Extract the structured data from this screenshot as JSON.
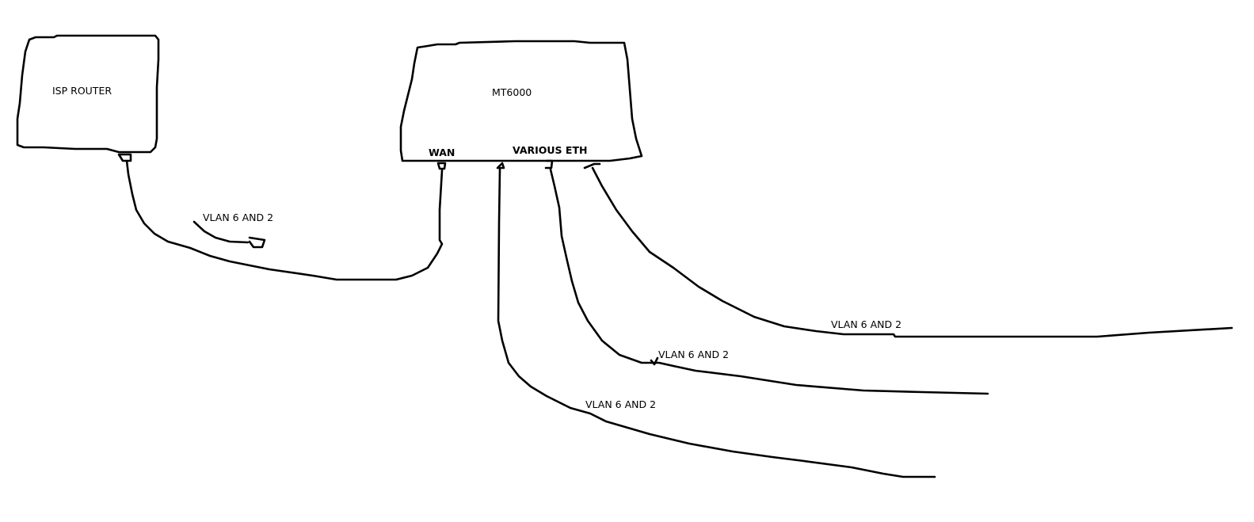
{
  "diagram": {
    "isp_router": {
      "label": "ISP ROUTER"
    },
    "mt6000": {
      "label": "MT6000",
      "wan_label": "WAN",
      "eth_label": "VARIOUS ETH"
    },
    "uplink_cable": {
      "label": "VLAN 6 AND 2"
    },
    "eth_cables": [
      {
        "label": "VLAN 6 AND 2"
      },
      {
        "label": "VLAN 6 AND 2"
      },
      {
        "label": "VLAN 6 AND 2"
      }
    ]
  }
}
